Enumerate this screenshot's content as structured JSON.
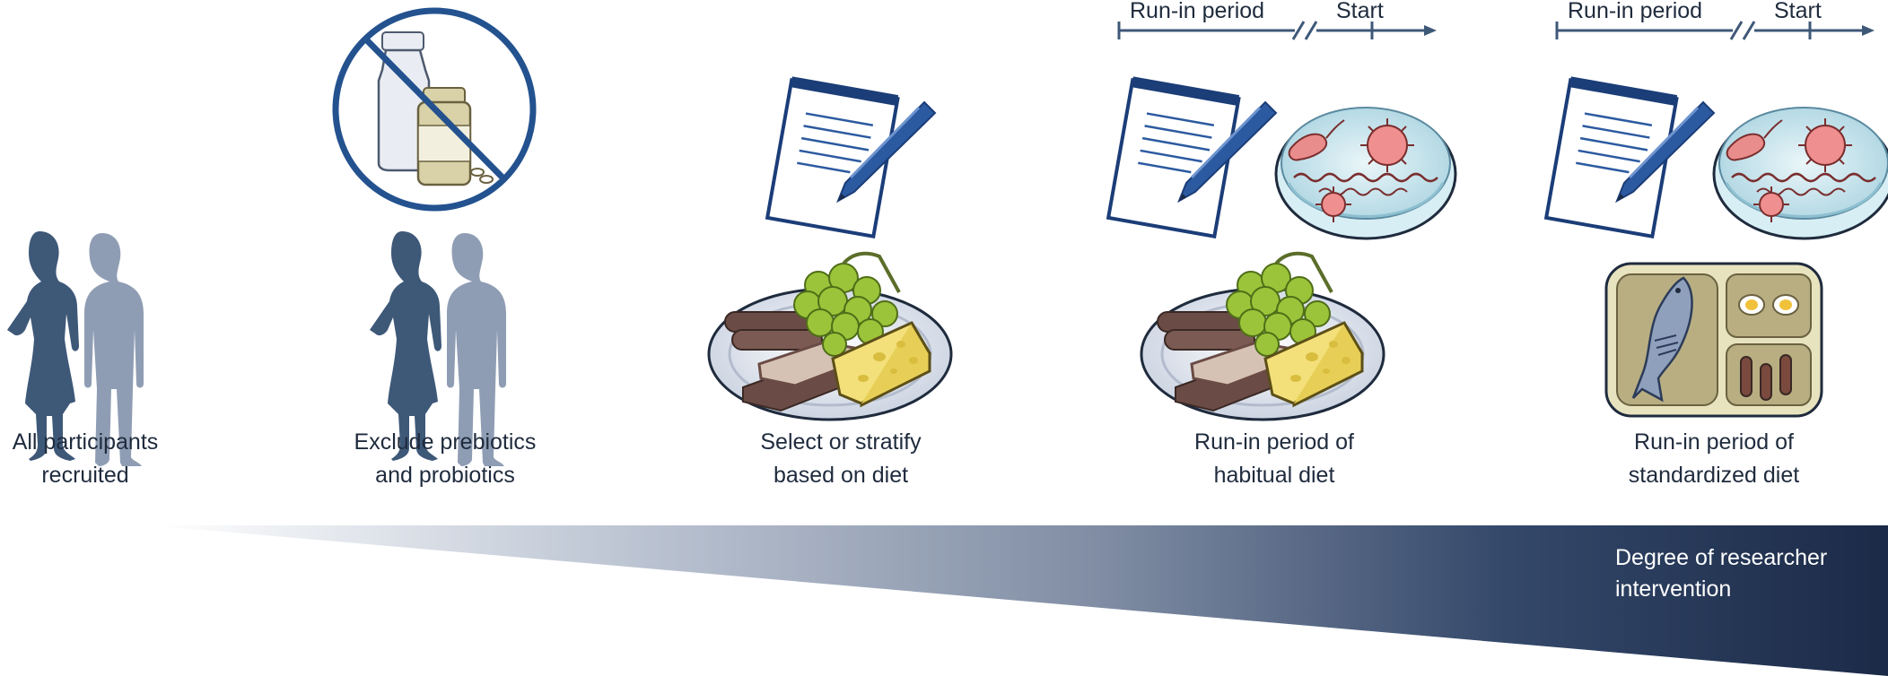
{
  "stages": [
    {
      "line1": "All participants",
      "line2": "recruited"
    },
    {
      "line1": "Exclude prebiotics",
      "line2": "and probiotics"
    },
    {
      "line1": "Select or stratify",
      "line2": "based on diet"
    },
    {
      "line1": "Run-in period of",
      "line2": "habitual diet"
    },
    {
      "line1": "Run-in period of",
      "line2": "standardized diet"
    }
  ],
  "timelines": [
    {
      "runin": "Run-in period",
      "start": "Start"
    },
    {
      "runin": "Run-in period",
      "start": "Start"
    }
  ],
  "intervention": {
    "line1": "Degree of researcher",
    "line2": "intervention"
  },
  "colors": {
    "navy": "#1b2a47",
    "silhouette_dark": "#3e5878",
    "silhouette_light": "#8f9db4",
    "grapes": "#9cc43a",
    "cheese": "#f3e07a",
    "bread": "#7a5a52",
    "plate": "#dde3ee",
    "dish_liquid": "#c9e6ee",
    "bacteria": "#e98c8c",
    "no_sign": "#23528f"
  },
  "icons": [
    "person-silhouette-icon",
    "no-supplements-icon",
    "notepad-pen-icon",
    "food-plate-icon",
    "petri-dish-icon",
    "meal-tray-icon"
  ]
}
